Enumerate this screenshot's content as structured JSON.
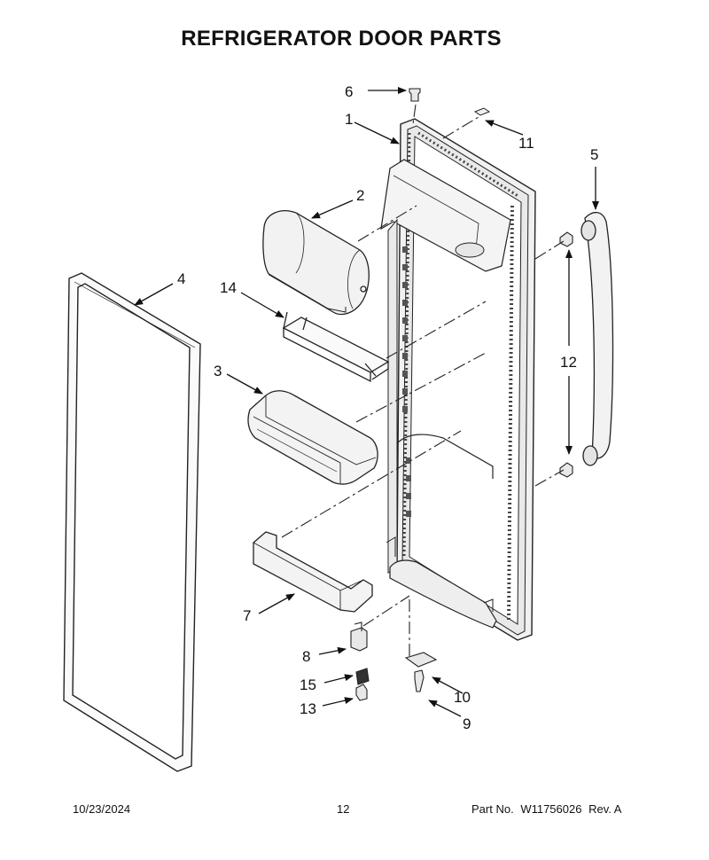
{
  "title": "REFRIGERATOR DOOR PARTS",
  "callouts": {
    "c1": "1",
    "c2": "2",
    "c3": "3",
    "c4": "4",
    "c5": "5",
    "c6": "6",
    "c7": "7",
    "c8": "8",
    "c9": "9",
    "c10": "10",
    "c11": "11",
    "c12": "12",
    "c13": "13",
    "c14": "14",
    "c15": "15"
  },
  "footer": {
    "date": "10/23/2024",
    "page": "12",
    "part_label": "Part No.",
    "part_number": "W11756026",
    "rev": "Rev. A"
  }
}
